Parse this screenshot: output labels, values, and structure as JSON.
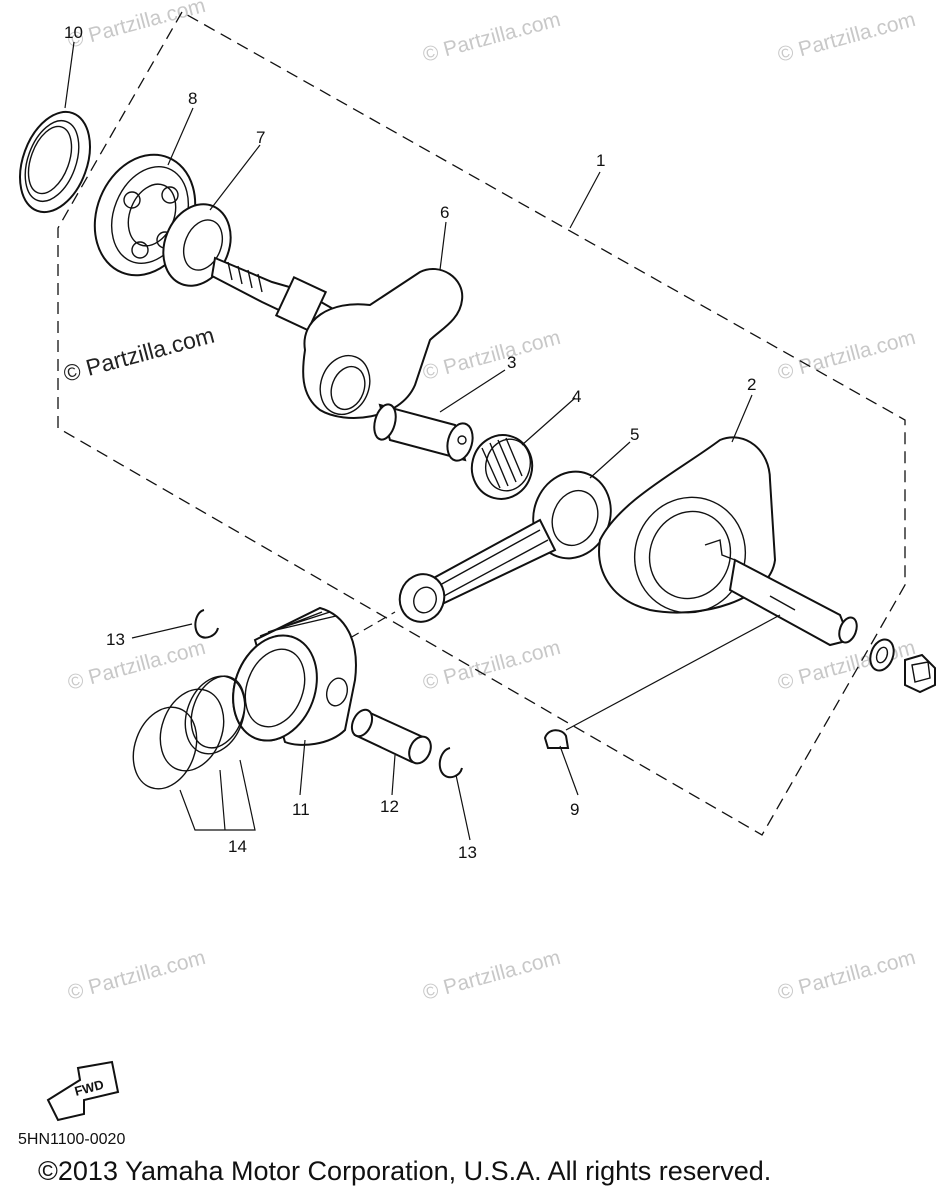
{
  "diagram": {
    "code": "5HN1100-0020",
    "copyright": "©2013 Yamaha Motor Corporation, U.S.A. All rights reserved.",
    "fwd_label": "FWD",
    "watermark_text": "© Partzilla.com",
    "callouts": [
      "1",
      "2",
      "3",
      "4",
      "5",
      "6",
      "7",
      "8",
      "9",
      "10",
      "11",
      "12",
      "13",
      "13",
      "14"
    ]
  }
}
